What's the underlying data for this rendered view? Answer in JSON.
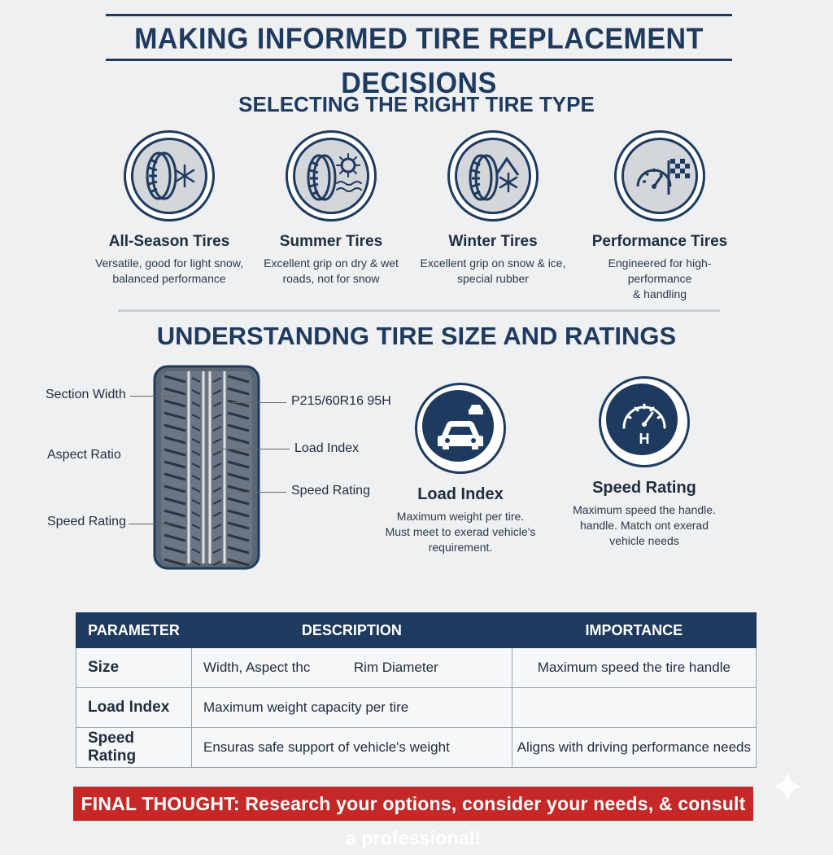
{
  "header": {
    "title": "MAKING INFORMED TIRE REPLACEMENT DECISIONS"
  },
  "tire_types": {
    "heading": "SELECTING THE RIGHT TIRE TYPE",
    "items": [
      {
        "name": "All-Season Tires",
        "desc_line1": "Versatile, good for light snow,",
        "desc_line2": "balanced performance",
        "icon": "tire-snowflake-icon"
      },
      {
        "name": "Summer Tires",
        "desc_line1": "Excellent grip on dry & wet",
        "desc_line2": "roads, not for snow",
        "icon": "tire-sun-icon"
      },
      {
        "name": "Winter Tires",
        "desc_line1": "Excellent grip on snow & ice,",
        "desc_line2": "special rubber",
        "icon": "tire-mountain-snow-icon"
      },
      {
        "name": "Performance Tires",
        "desc_line1": "Engineered for high-performance",
        "desc_line2": "& handling",
        "icon": "speedometer-flag-icon"
      }
    ]
  },
  "ratings": {
    "heading": "UNDERSTANDNG TIRE SIZE AND RATINGS",
    "left_labels": [
      "Section Width",
      "Aspect Ratio",
      "Speed Rating"
    ],
    "right_labels": [
      "P215/60R16 95H",
      "Load Index",
      "Speed Rating"
    ],
    "load_index": {
      "title": "Load Index",
      "line1": "Maximum weight per tire.",
      "line2": "Must meet to exerad vehicle's",
      "line3": "requirement."
    },
    "speed_rating": {
      "title": "Speed Rating",
      "line1": "Maximum speed the handle.",
      "line2": "handle. Match ont exerad",
      "line3": "vehicle needs",
      "gauge_letter": "H"
    }
  },
  "table": {
    "headers": [
      "PARAMETER",
      "DESCRIPTION",
      "IMPORTANCE"
    ],
    "rows": [
      {
        "param": "Size",
        "desc_a": "Width, Aspect thc",
        "desc_b": "Rim Diameter",
        "importance": "Maximum speed the tire handle"
      },
      {
        "param": "Load Index",
        "desc_a": "Maximum weight capacity per tire",
        "desc_b": "",
        "importance": ""
      },
      {
        "param": "Speed Rating",
        "desc_a": "Ensuras safe support of vehicle's weight",
        "desc_b": "",
        "importance": "Aligns with driving performance needs"
      }
    ]
  },
  "banner": {
    "text": "FINAL THOUGHT: Research your options, consider your needs, & consult a professional!"
  },
  "colors": {
    "navy": "#1f3a5f",
    "red": "#c62828",
    "background": "#eef0f2"
  }
}
